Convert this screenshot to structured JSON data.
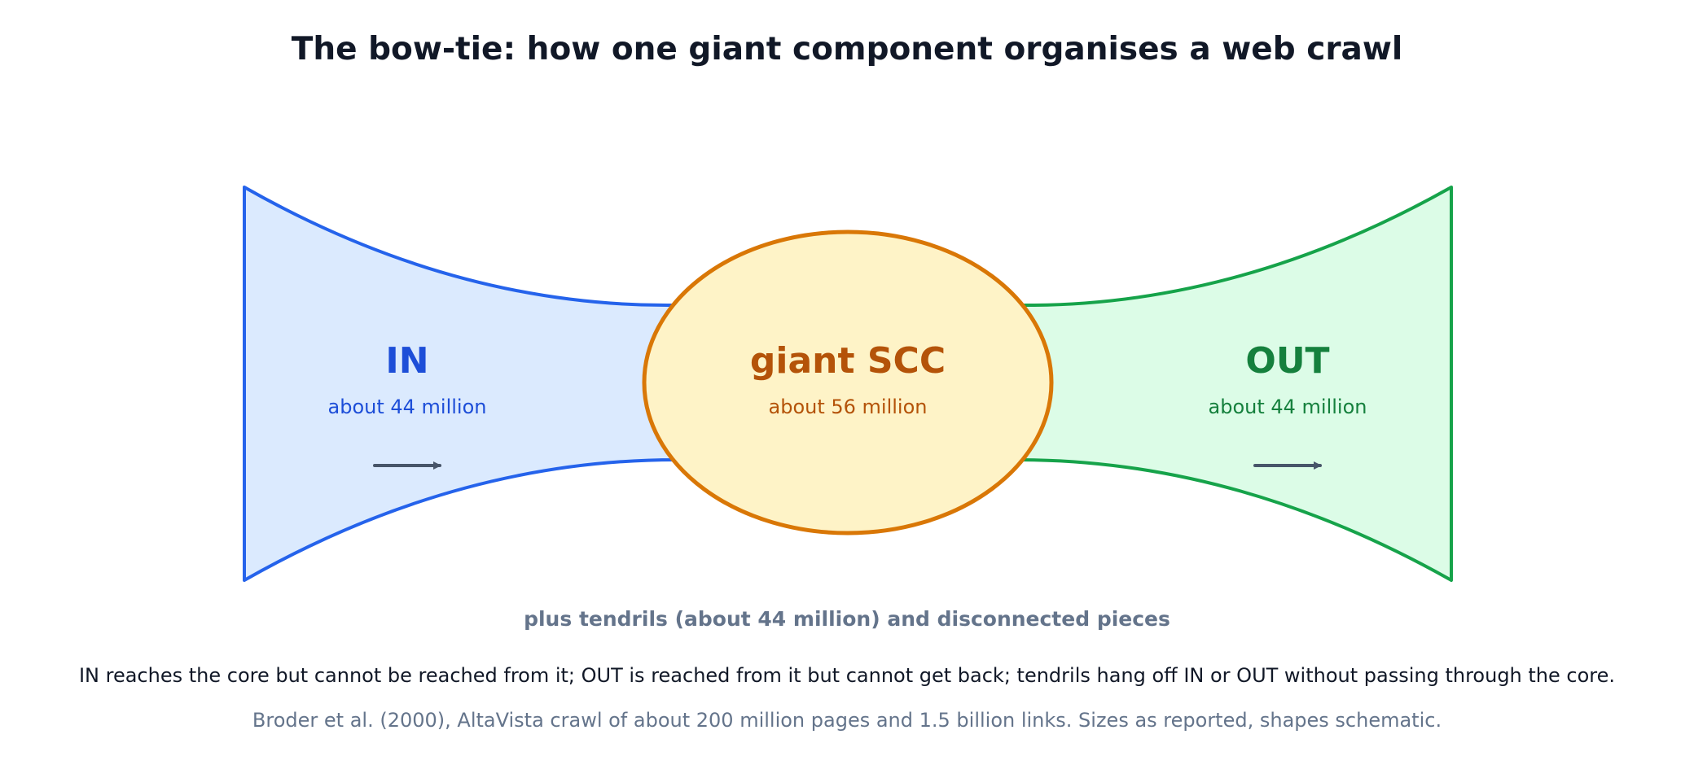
{
  "title": "The bow-tie: how one giant component organises a web crawl",
  "regions": {
    "in": {
      "label": "IN",
      "size": "about 44 million",
      "color": "#1d4ed8"
    },
    "core": {
      "label": "giant SCC",
      "size": "about 56 million",
      "color": "#b45309"
    },
    "out": {
      "label": "OUT",
      "size": "about 44 million",
      "color": "#15803d"
    }
  },
  "tendrils_note": "plus tendrils (about 44 million) and disconnected pieces",
  "explanation": "IN reaches the core but cannot be reached from it; OUT is reached from it but cannot get back; tendrils hang off IN or OUT without passing through the core.",
  "source": "Broder et al. (2000), AltaVista crawl of about 200 million pages and 1.5 billion links. Sizes as reported, shapes schematic."
}
